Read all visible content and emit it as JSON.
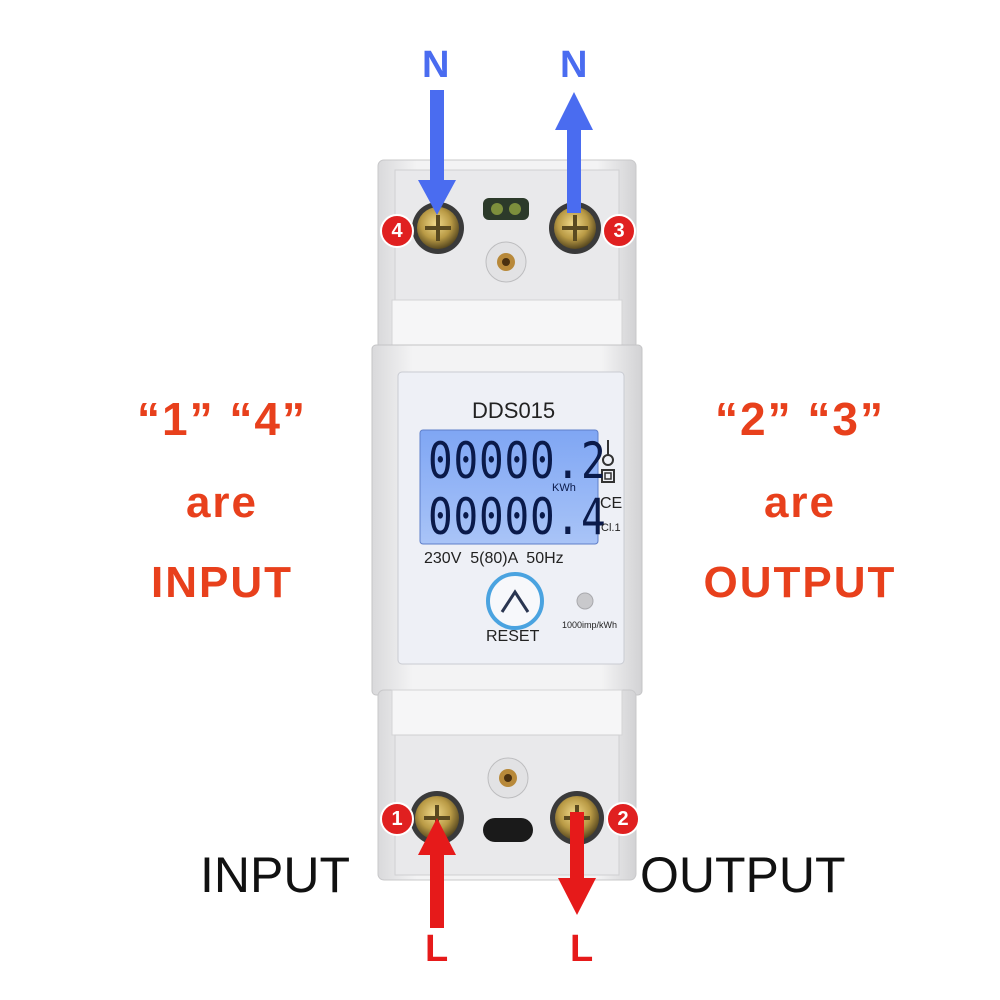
{
  "labels": {
    "top_left_wire": "N",
    "top_right_wire": "N",
    "bottom_left_wire": "L",
    "bottom_right_wire": "L",
    "bottom_left_text": "INPUT",
    "bottom_right_text": "OUTPUT"
  },
  "left_note": {
    "line1": "“1” “4”",
    "line2": "are",
    "line3": "INPUT"
  },
  "right_note": {
    "line1": "“2” “3”",
    "line2": "are",
    "line3": "OUTPUT"
  },
  "terminals": {
    "t1": "1",
    "t2": "2",
    "t3": "3",
    "t4": "4"
  },
  "meter": {
    "model": "DDS015",
    "reading_top": "00000.2",
    "unit": "KWh",
    "reading_bottom": "00000.4",
    "class": "Cl.1",
    "rating": "230V  5(80)A  50Hz",
    "reset_label": "RESET",
    "impulse": "1000imp/kWh"
  },
  "colors": {
    "neutral_arrow": "#4a6cf0",
    "live_arrow": "#e61a1a",
    "note_text": "#e8401c",
    "lcd_backlight": "#8fb2f5"
  }
}
